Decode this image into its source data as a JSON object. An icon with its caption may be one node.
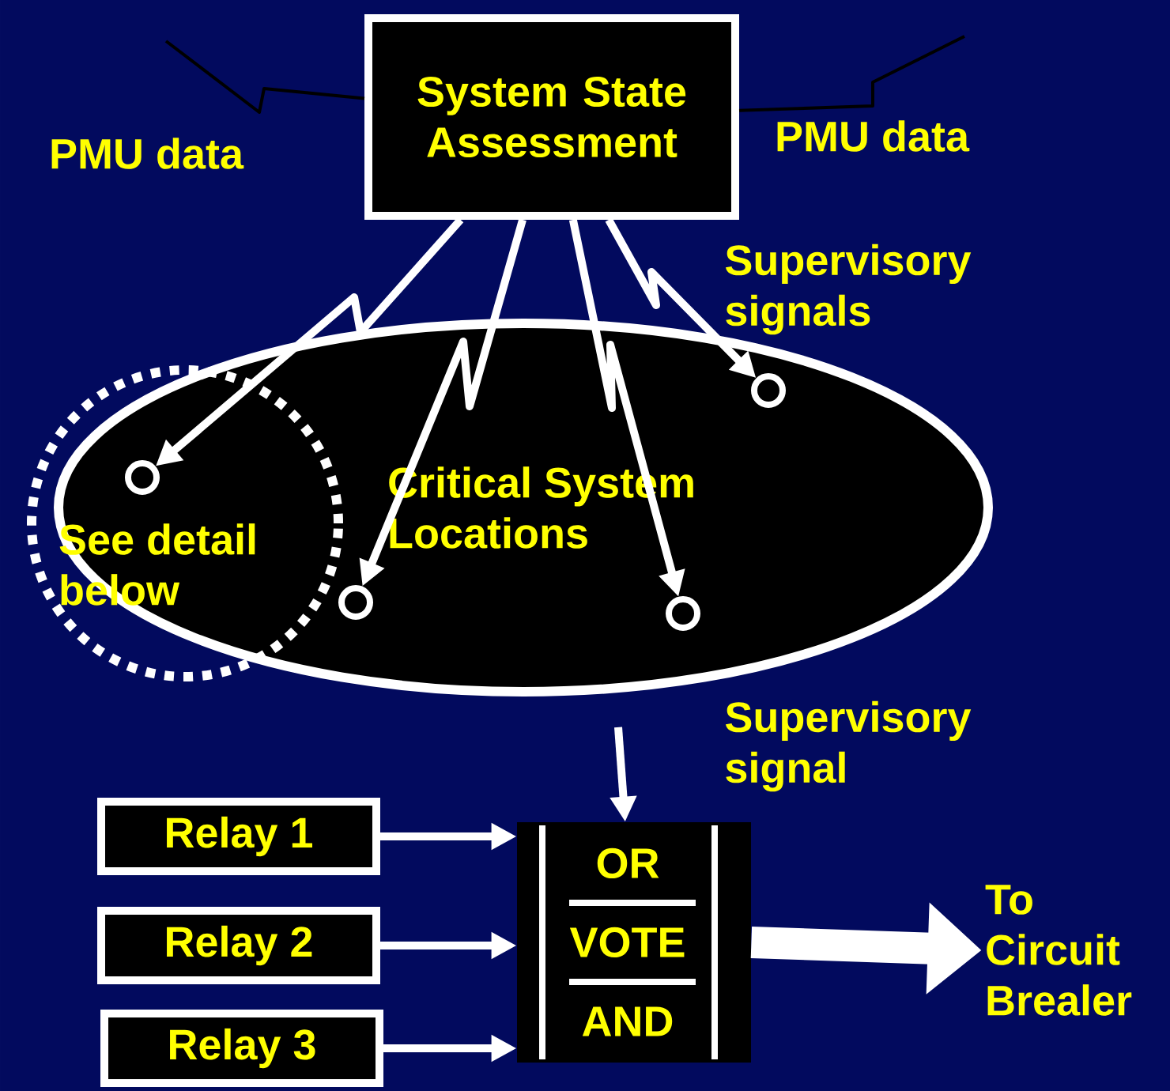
{
  "diagram": {
    "nodes": [
      {
        "text": [
          "System State Assessment"
        ]
      },
      {
        "text": [
          "Critical System Locations"
        ]
      },
      {
        "text": [
          "See detail below"
        ]
      },
      {
        "text": [],
        "shape": "circle",
        "in": 2
      },
      {
        "text": [],
        "shape": "circle",
        "in": 1
      },
      {
        "text": [],
        "shape": "circle",
        "in": 1
      },
      {
        "text": [],
        "shape": "circle",
        "in": 1
      },
      {
        "text": [
          "OR",
          "VOTE",
          "AND"
        ]
      },
      {
        "text": [
          "Relay 1"
        ]
      },
      {
        "text": [
          "Relay 2"
        ]
      },
      {
        "text": [
          "Relay 3"
        ]
      },
      {
        "text": [
          "To Circuit Brealer"
        ]
      }
    ],
    "edges": [
      {
        "from": 0,
        "to": 3,
        "arrow": "to"
      },
      {
        "from": 0,
        "to": 4,
        "arrow": "to"
      },
      {
        "from": 0,
        "to": 5,
        "arrow": "to"
      },
      {
        "from": 0,
        "to": 6,
        "arrow": "to"
      },
      {
        "from": null,
        "to": 0,
        "arrow": "none",
        "color": "#000000"
      },
      {
        "from": null,
        "to": 0,
        "arrow": "none",
        "color": "#000000"
      },
      {
        "from": null,
        "to": 7,
        "arrow": "to"
      },
      {
        "from": 8,
        "to": 7,
        "arrow": "to"
      },
      {
        "from": 9,
        "to": 7,
        "arrow": "to"
      },
      {
        "from": 10,
        "to": 7,
        "arrow": "to"
      },
      {
        "from": 7,
        "to": 11,
        "arrow": "to",
        "style": "thick"
      }
    ],
    "labels": [
      "PMU data",
      "PMU data",
      "Supervisory signals",
      "Supervisory signal"
    ]
  }
}
